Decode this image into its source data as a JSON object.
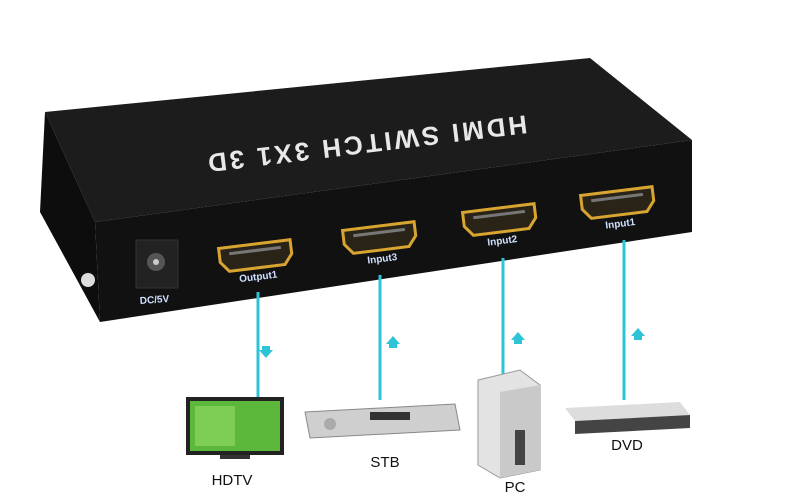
{
  "device": {
    "top_text": "HDMI SWITCH 3X1 3D",
    "power_label": "DC/5V",
    "ports": [
      "Output1",
      "Input3",
      "Input2",
      "Input1"
    ]
  },
  "connections": [
    {
      "port": "Output1",
      "device": "HDTV",
      "direction": "down"
    },
    {
      "port": "Input3",
      "device": "STB",
      "direction": "up"
    },
    {
      "port": "Input2",
      "device": "PC",
      "direction": "up"
    },
    {
      "port": "Input1",
      "device": "DVD",
      "direction": "up"
    }
  ],
  "colors": {
    "cable": "#2ec3d6",
    "body": "#141414",
    "port_gold": "#d9a531"
  }
}
